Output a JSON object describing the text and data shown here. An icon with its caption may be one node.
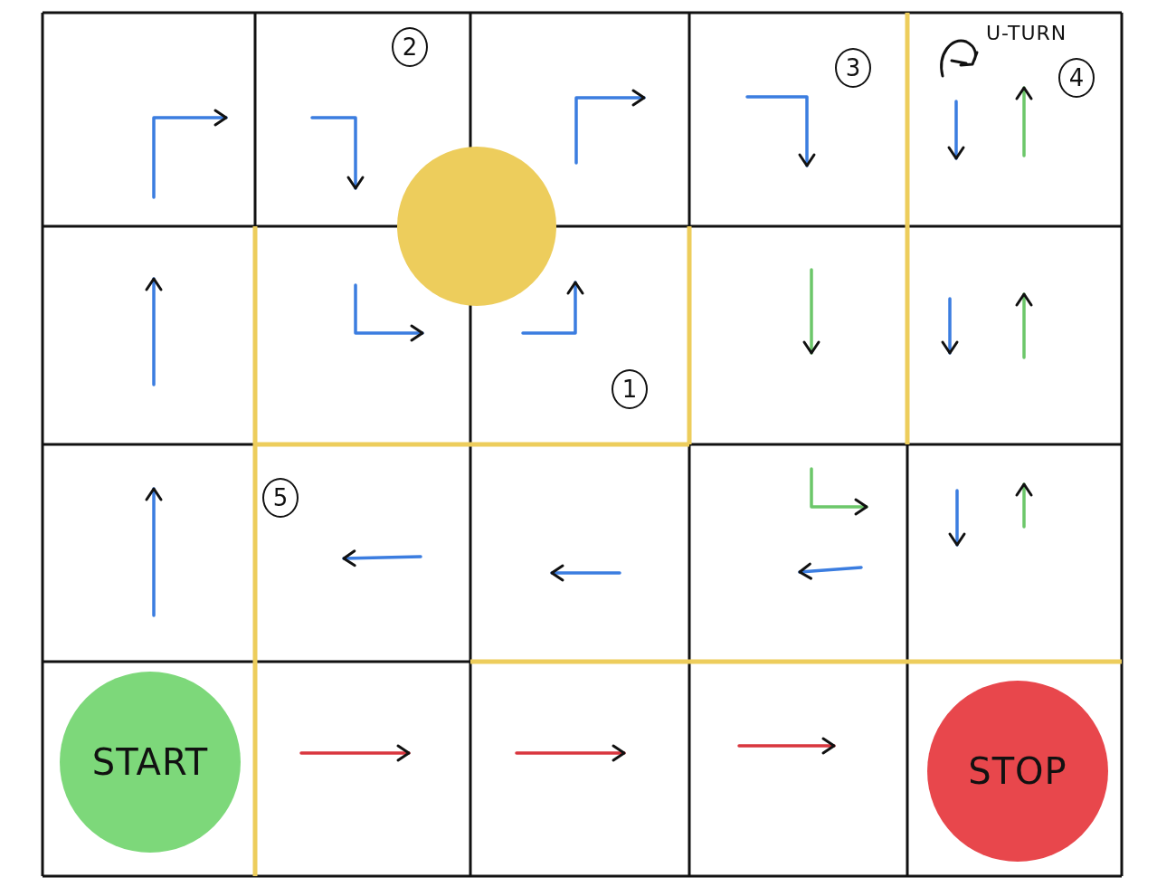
{
  "diagram": {
    "nodes": [
      {
        "text": [],
        "shape": "circle"
      },
      {
        "text": [
          "START"
        ]
      },
      {
        "text": [
          "STOP"
        ]
      }
    ],
    "labels": [
      "2",
      "3",
      "U-TURN",
      "4",
      "1",
      "5"
    ]
  }
}
